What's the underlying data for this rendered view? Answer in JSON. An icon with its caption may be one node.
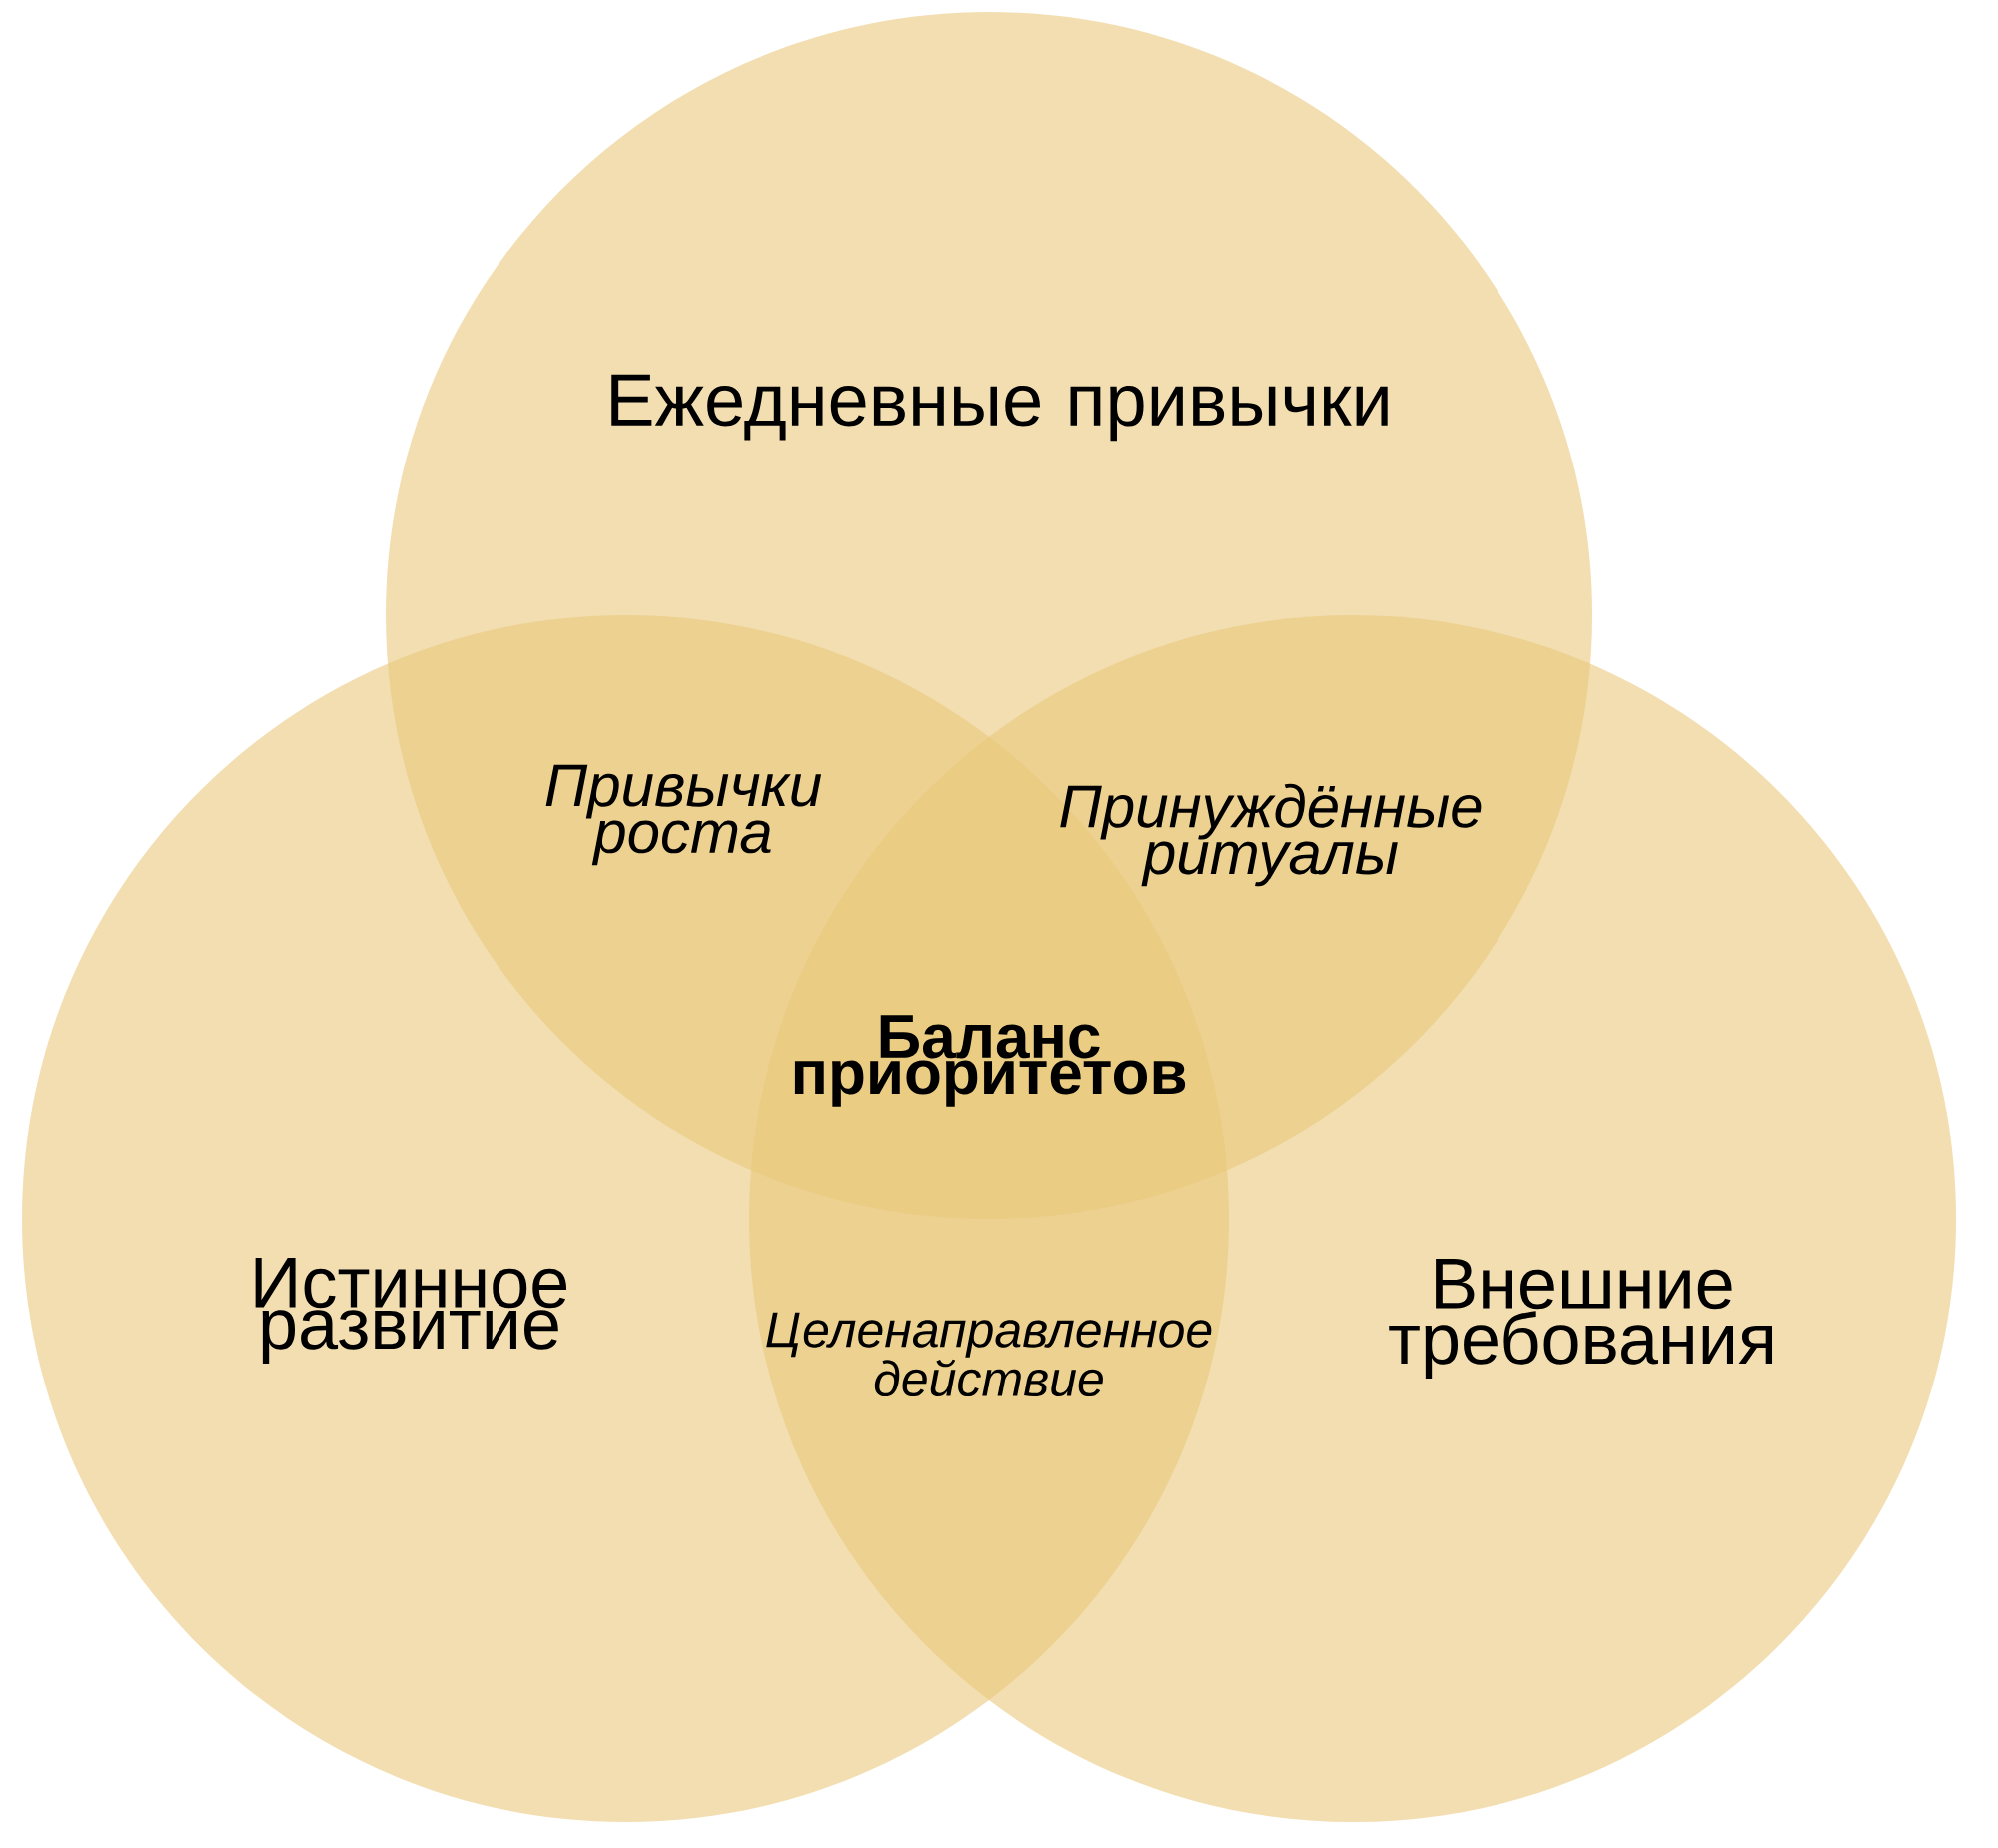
{
  "diagram": {
    "nodes": [
      {
        "text": [
          "Ежедневные привычки"
        ]
      },
      {
        "text": [
          "Истинное развитие"
        ]
      },
      {
        "text": [
          "Внешние требования"
        ]
      }
    ],
    "labels": [
      "Привычки роста",
      "Принуждённые ритуалы",
      "Баланс приоритетов",
      "Целенаправленное действие"
    ]
  }
}
